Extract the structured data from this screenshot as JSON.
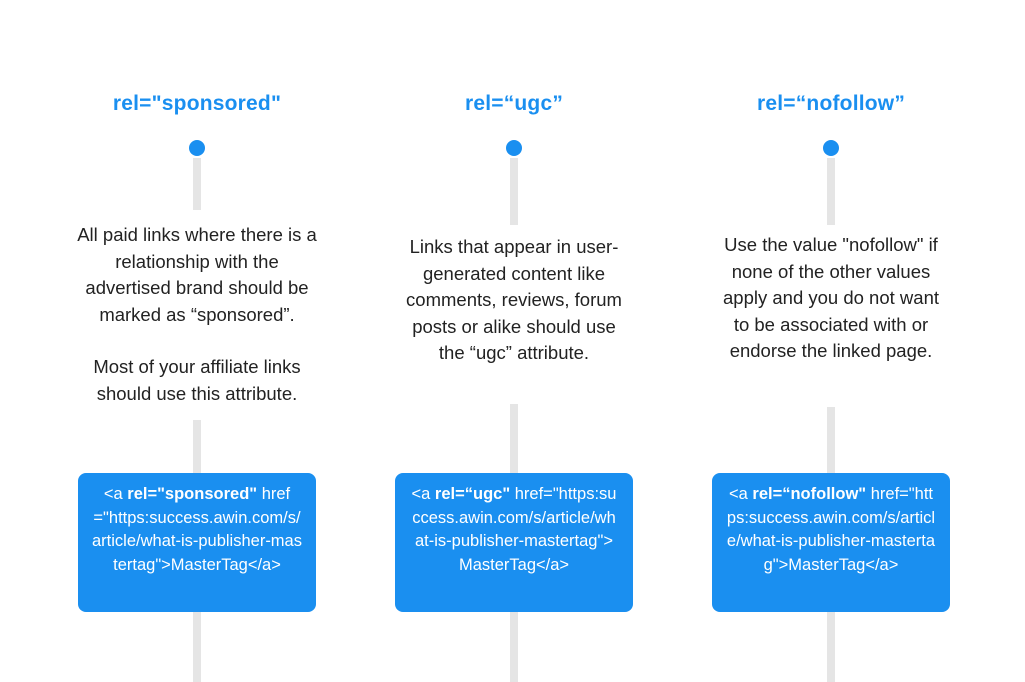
{
  "columns": [
    {
      "title": "rel=\"sponsored\"",
      "description": [
        "All paid links where there is a relationship with the advertised brand should be marked as “sponsored”.",
        "Most of your affiliate links should use this attribute."
      ],
      "code": {
        "open": "<a ",
        "attr": "rel=\"sponsored\"",
        "rest": "href=\"https:success.awin.com/s/article/what-is-publisher-mastertag\">MasterTag</a>"
      }
    },
    {
      "title": "rel=“ugc”",
      "description": [
        "Links that appear in user-generated content like comments, reviews, forum posts or alike should use the “ugc” attribute."
      ],
      "code": {
        "open": "<a ",
        "attr": "rel=“ugc\"",
        "rest": "href=\"https:success.awin.com/s/article/what-is-publisher-mastertag\">MasterTag</a>"
      }
    },
    {
      "title": "rel=“nofollow”",
      "description": [
        "Use the value \"nofollow\" if none of the other values apply and you do not want to be associated with or endorse the linked page."
      ],
      "code": {
        "open": "<a ",
        "attr": "rel=“nofollow\"",
        "rest": "href=\"https:success.awin.com/s/article/what-is-publisher-mastertag\">MasterTag</a>"
      }
    }
  ],
  "colors": {
    "accent": "#1a8ff0",
    "line": "#e5e5e5",
    "text": "#222222"
  }
}
